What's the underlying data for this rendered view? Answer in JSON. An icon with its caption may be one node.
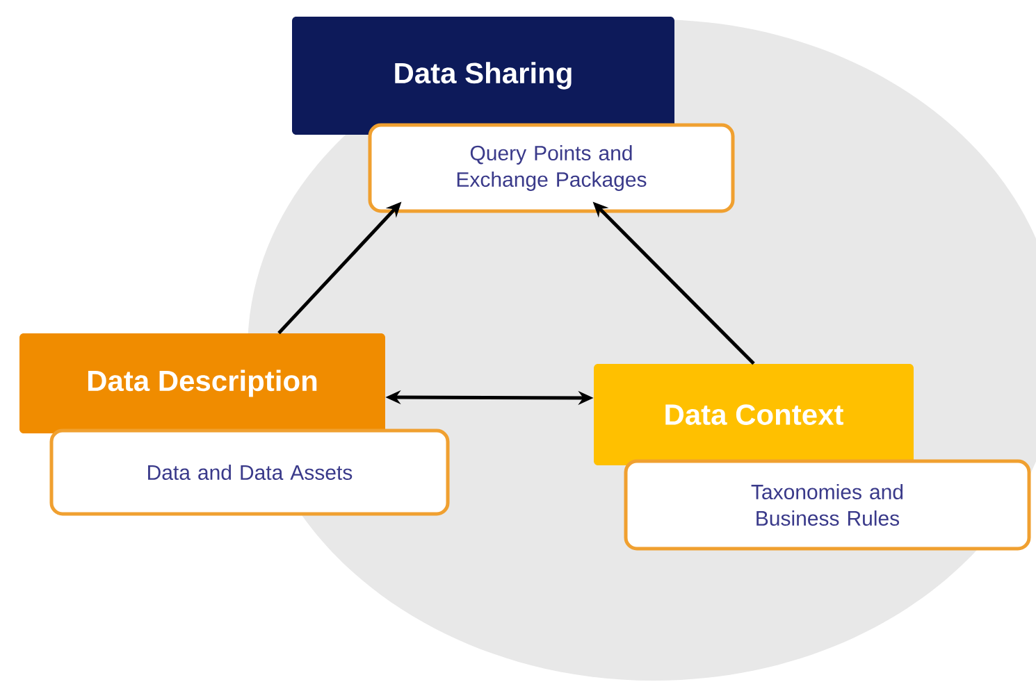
{
  "diagram": {
    "nodes": [
      {
        "text": [
          "Data Sharing"
        ]
      },
      {
        "text": [
          "Query Points and Exchange Packages"
        ]
      },
      {
        "text": [
          "Data Description"
        ]
      },
      {
        "text": [
          "Data and Data Assets"
        ]
      },
      {
        "text": [
          "Data Context"
        ]
      },
      {
        "text": [
          "Taxonomies and Business Rules"
        ]
      }
    ],
    "edges": [
      {
        "from": 2,
        "to": 1,
        "arrow": "to"
      },
      {
        "from": 4,
        "to": 1,
        "arrow": "to"
      },
      {
        "from": 2,
        "to": 4,
        "arrow": "both"
      }
    ]
  }
}
